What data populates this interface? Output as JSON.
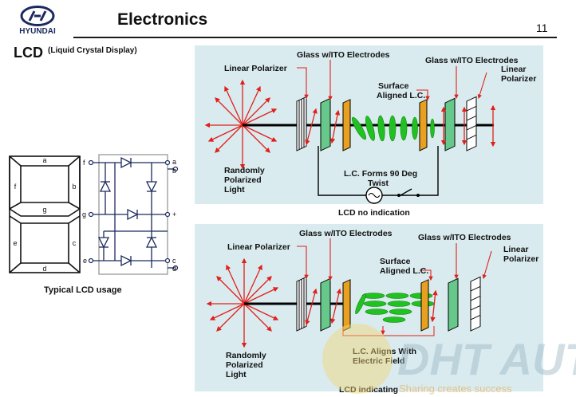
{
  "header": {
    "brand": "HYUNDAI",
    "title": "Electronics",
    "page_number": "11"
  },
  "section": {
    "heading": "LCD",
    "subheading": "(Liquid Crystal Display)"
  },
  "left": {
    "segments": [
      "a",
      "b",
      "c",
      "d",
      "e",
      "f",
      "g"
    ],
    "circuit_terminals_left": [
      "f",
      "g",
      "e"
    ],
    "circuit_terminals_right": [
      "a",
      "b",
      "+",
      "c",
      "d"
    ],
    "caption": "Typical LCD usage"
  },
  "panel1": {
    "linear_polarizer_left": "Linear Polarizer",
    "glass_left": "Glass w/ITO Electrodes",
    "glass_right": "Glass w/ITO Electrodes",
    "linear_polarizer_right": [
      "Linear",
      "Polarizer"
    ],
    "surface": [
      "Surface",
      "Aligned L.C."
    ],
    "random_light": [
      "Randomly",
      "Polarized",
      "Light"
    ],
    "lc_note": [
      "L.C. Forms 90 Deg",
      "Twist"
    ],
    "caption": "LCD no indication"
  },
  "panel2": {
    "linear_polarizer_left": "Linear Polarizer",
    "glass_left": "Glass w/ITO Electrodes",
    "glass_right": "Glass w/ITO Electrodes",
    "linear_polarizer_right": [
      "Linear",
      "Polarizer"
    ],
    "surface": [
      "Surface",
      "Aligned L.C."
    ],
    "random_light": [
      "Randomly",
      "Polarized",
      "Light"
    ],
    "lc_note": [
      "L.C. Aligns With",
      "Electric Field"
    ],
    "caption": "LCD indicating"
  },
  "watermark": {
    "text": "DHT AUTO",
    "tagline": "Sharing creates success"
  },
  "colors": {
    "panel_bg": "#d9ebef",
    "arrow_red": "#e0201a",
    "lc_green": "#22c022",
    "electrode_green": "#66c88a",
    "electrode_orange": "#e8a020",
    "brand_navy": "#1b2a5e"
  }
}
